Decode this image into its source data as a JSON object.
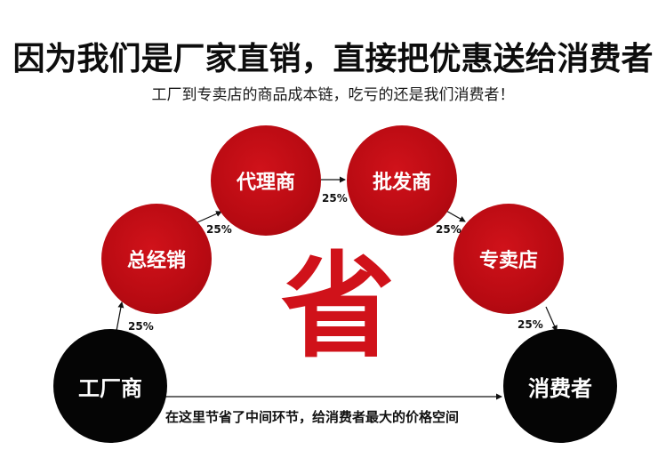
{
  "header": {
    "title": "因为我们是厂家直销，直接把优惠送给消费者",
    "subtitle": "工厂到专卖店的商品成本链，吃亏的还是我们消费者！"
  },
  "nodes": {
    "factory": "工厂商",
    "distributor": "总经销",
    "agent": "代理商",
    "wholesaler": "批发商",
    "store": "专卖店",
    "consumer": "消费者"
  },
  "markups": {
    "factory_to_distributor": "25%",
    "distributor_to_agent": "25%",
    "agent_to_wholesaler": "25%",
    "wholesaler_to_store": "25%",
    "store_to_consumer": "25%"
  },
  "center_label": "省",
  "bottom_note": "在这里节省了中间环节，给消费者最大的价格空间",
  "colors": {
    "red_node": "#b80a12",
    "black_node": "#050505",
    "center_char": "#d0121a"
  }
}
